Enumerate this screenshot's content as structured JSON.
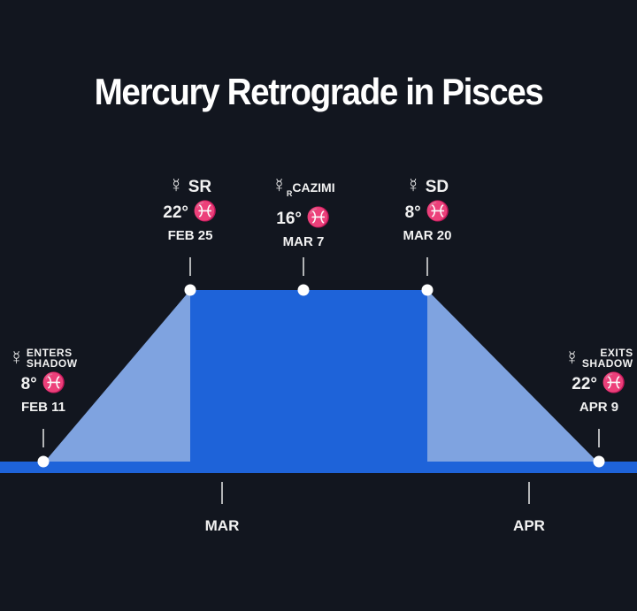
{
  "title": "Mercury Retrograde in Pisces",
  "symbols": {
    "mercury": "☿",
    "pisces": "♓",
    "retrograde_sub": "R"
  },
  "colors": {
    "background": "#12161f",
    "retrograde": "#1e63d9",
    "shadow": "#7fa3e0",
    "text": "#f2f2f2"
  },
  "events": [
    {
      "label_line1": "ENTERS",
      "label_line2": "SHADOW",
      "degree": "8°",
      "date": "FEB 11"
    },
    {
      "label": "SR",
      "degree": "22°",
      "date": "FEB 25"
    },
    {
      "label": "CAZIMI",
      "degree": "16°",
      "date": "MAR 7"
    },
    {
      "label": "SD",
      "degree": "8°",
      "date": "MAR 20"
    },
    {
      "label_line1": "EXITS",
      "label_line2": "SHADOW",
      "degree": "22°",
      "date": "APR 9"
    }
  ],
  "axis": {
    "months": [
      "MAR",
      "APR"
    ]
  }
}
